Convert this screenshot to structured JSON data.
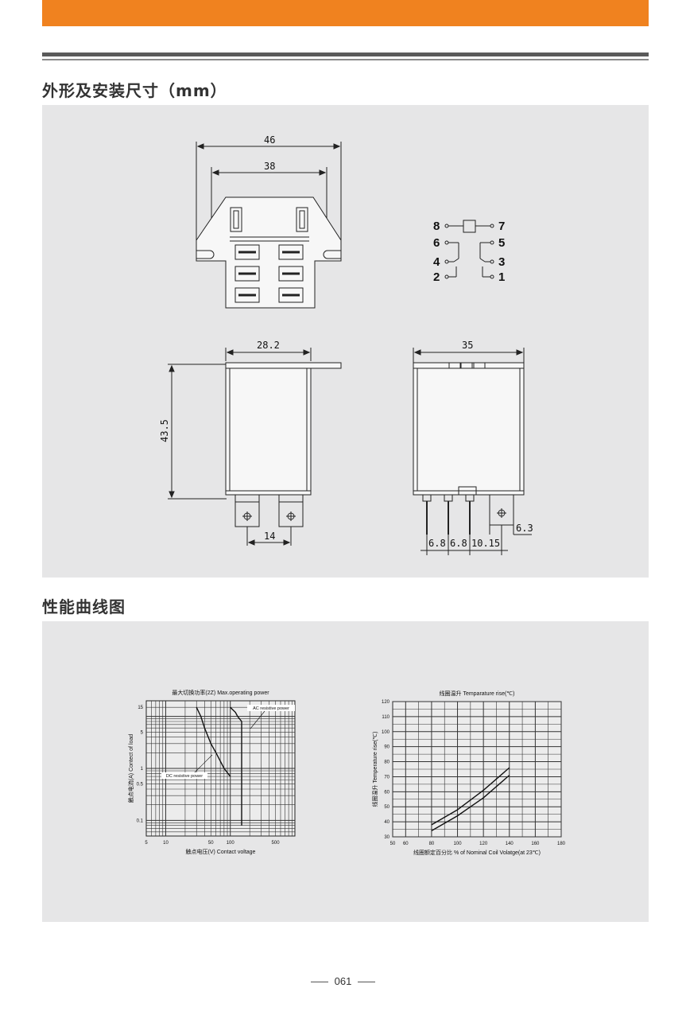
{
  "page": {
    "section1_title": "外形及安装尺寸（mm）",
    "section2_title": "性能曲线图",
    "page_number": "061",
    "accent_color": "#f0821f"
  },
  "drawing": {
    "dims": {
      "top_width": "46",
      "mount_width": "38",
      "body_width": "28.2",
      "height": "43.5",
      "terminal_spacing": "14",
      "side_width": "35",
      "pitch_a": "6.8",
      "pitch_b": "6.8",
      "pitch_c": "10.15",
      "terminal_width": "6.3"
    },
    "pins": {
      "p8": "8",
      "p7": "7",
      "p6": "6",
      "p5": "5",
      "p4": "4",
      "p3": "3",
      "p2": "2",
      "p1": "1"
    }
  },
  "chart_data": [
    {
      "type": "line",
      "title": "最大切换功率(2Z) Max.operating power",
      "xlabel": "触点电压(V) Contact voltage",
      "ylabel": "触点电流(A) Contect of load",
      "x_scale": "log",
      "y_scale": "log",
      "xlim": [
        5,
        1000
      ],
      "ylim": [
        0.05,
        20
      ],
      "x_ticks": [
        "5",
        "10",
        "50",
        "100",
        "500"
      ],
      "y_ticks": [
        "15",
        "5",
        "1",
        "0.5",
        "0.1"
      ],
      "grid": true,
      "annotations": [
        "AC resistive power",
        "DC resistive power"
      ],
      "series": [
        {
          "name": "AC resistive power",
          "x": [
            100,
            120,
            130,
            150,
            150,
            150
          ],
          "y": [
            15,
            12,
            10,
            8,
            1,
            0.08
          ]
        },
        {
          "name": "DC resistive power",
          "x": [
            30,
            35,
            40,
            50,
            60,
            80,
            100
          ],
          "y": [
            15,
            10,
            6,
            3,
            2,
            1,
            0.7
          ]
        }
      ]
    },
    {
      "type": "line",
      "title": "线圈温升 Temparature rise(℃)",
      "xlabel": "线圈额定百分比 % of Nominal Coil Volatge(at 23℃)",
      "ylabel": "线圈温升 Temperature rise(℃)",
      "xlim": [
        50,
        180
      ],
      "ylim": [
        30,
        120
      ],
      "x_ticks": [
        "60",
        "80",
        "100",
        "120",
        "140",
        "160",
        "180"
      ],
      "y_ticks": [
        "30",
        "40",
        "50",
        "60",
        "70",
        "80",
        "90",
        "100",
        "110",
        "120"
      ],
      "grid": true,
      "series": [
        {
          "x": [
            80,
            100,
            120,
            140
          ],
          "y": [
            38,
            48,
            61,
            76
          ]
        },
        {
          "x": [
            80,
            100,
            120,
            140
          ],
          "y": [
            34,
            44,
            56,
            71
          ]
        }
      ]
    }
  ]
}
